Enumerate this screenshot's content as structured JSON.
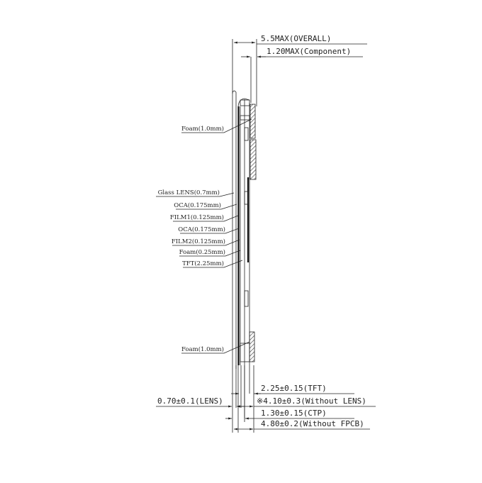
{
  "dimensions": {
    "overall": "5.5MAX(OVERALL)",
    "component": "1.20MAX(Component)",
    "tft": "2.25±0.15(TFT)",
    "lens": "0.70±0.1(LENS)",
    "without_lens": "※4.10±0.3(Without LENS)",
    "ctp": "1.30±0.15(CTP)",
    "without_fpcb": "4.80±0.2(Without FPCB)"
  },
  "layers": [
    "Foam(1.0mm)",
    "Glass LENS(0.7mm)",
    "OCA(0.175mm)",
    "FILM1(0.125mm)",
    "OCA(0.175mm)",
    "FILM2(0.125mm)",
    "Foam(0.25mm)",
    "TFT(2.25mm)",
    "Foam(1.0mm)"
  ]
}
